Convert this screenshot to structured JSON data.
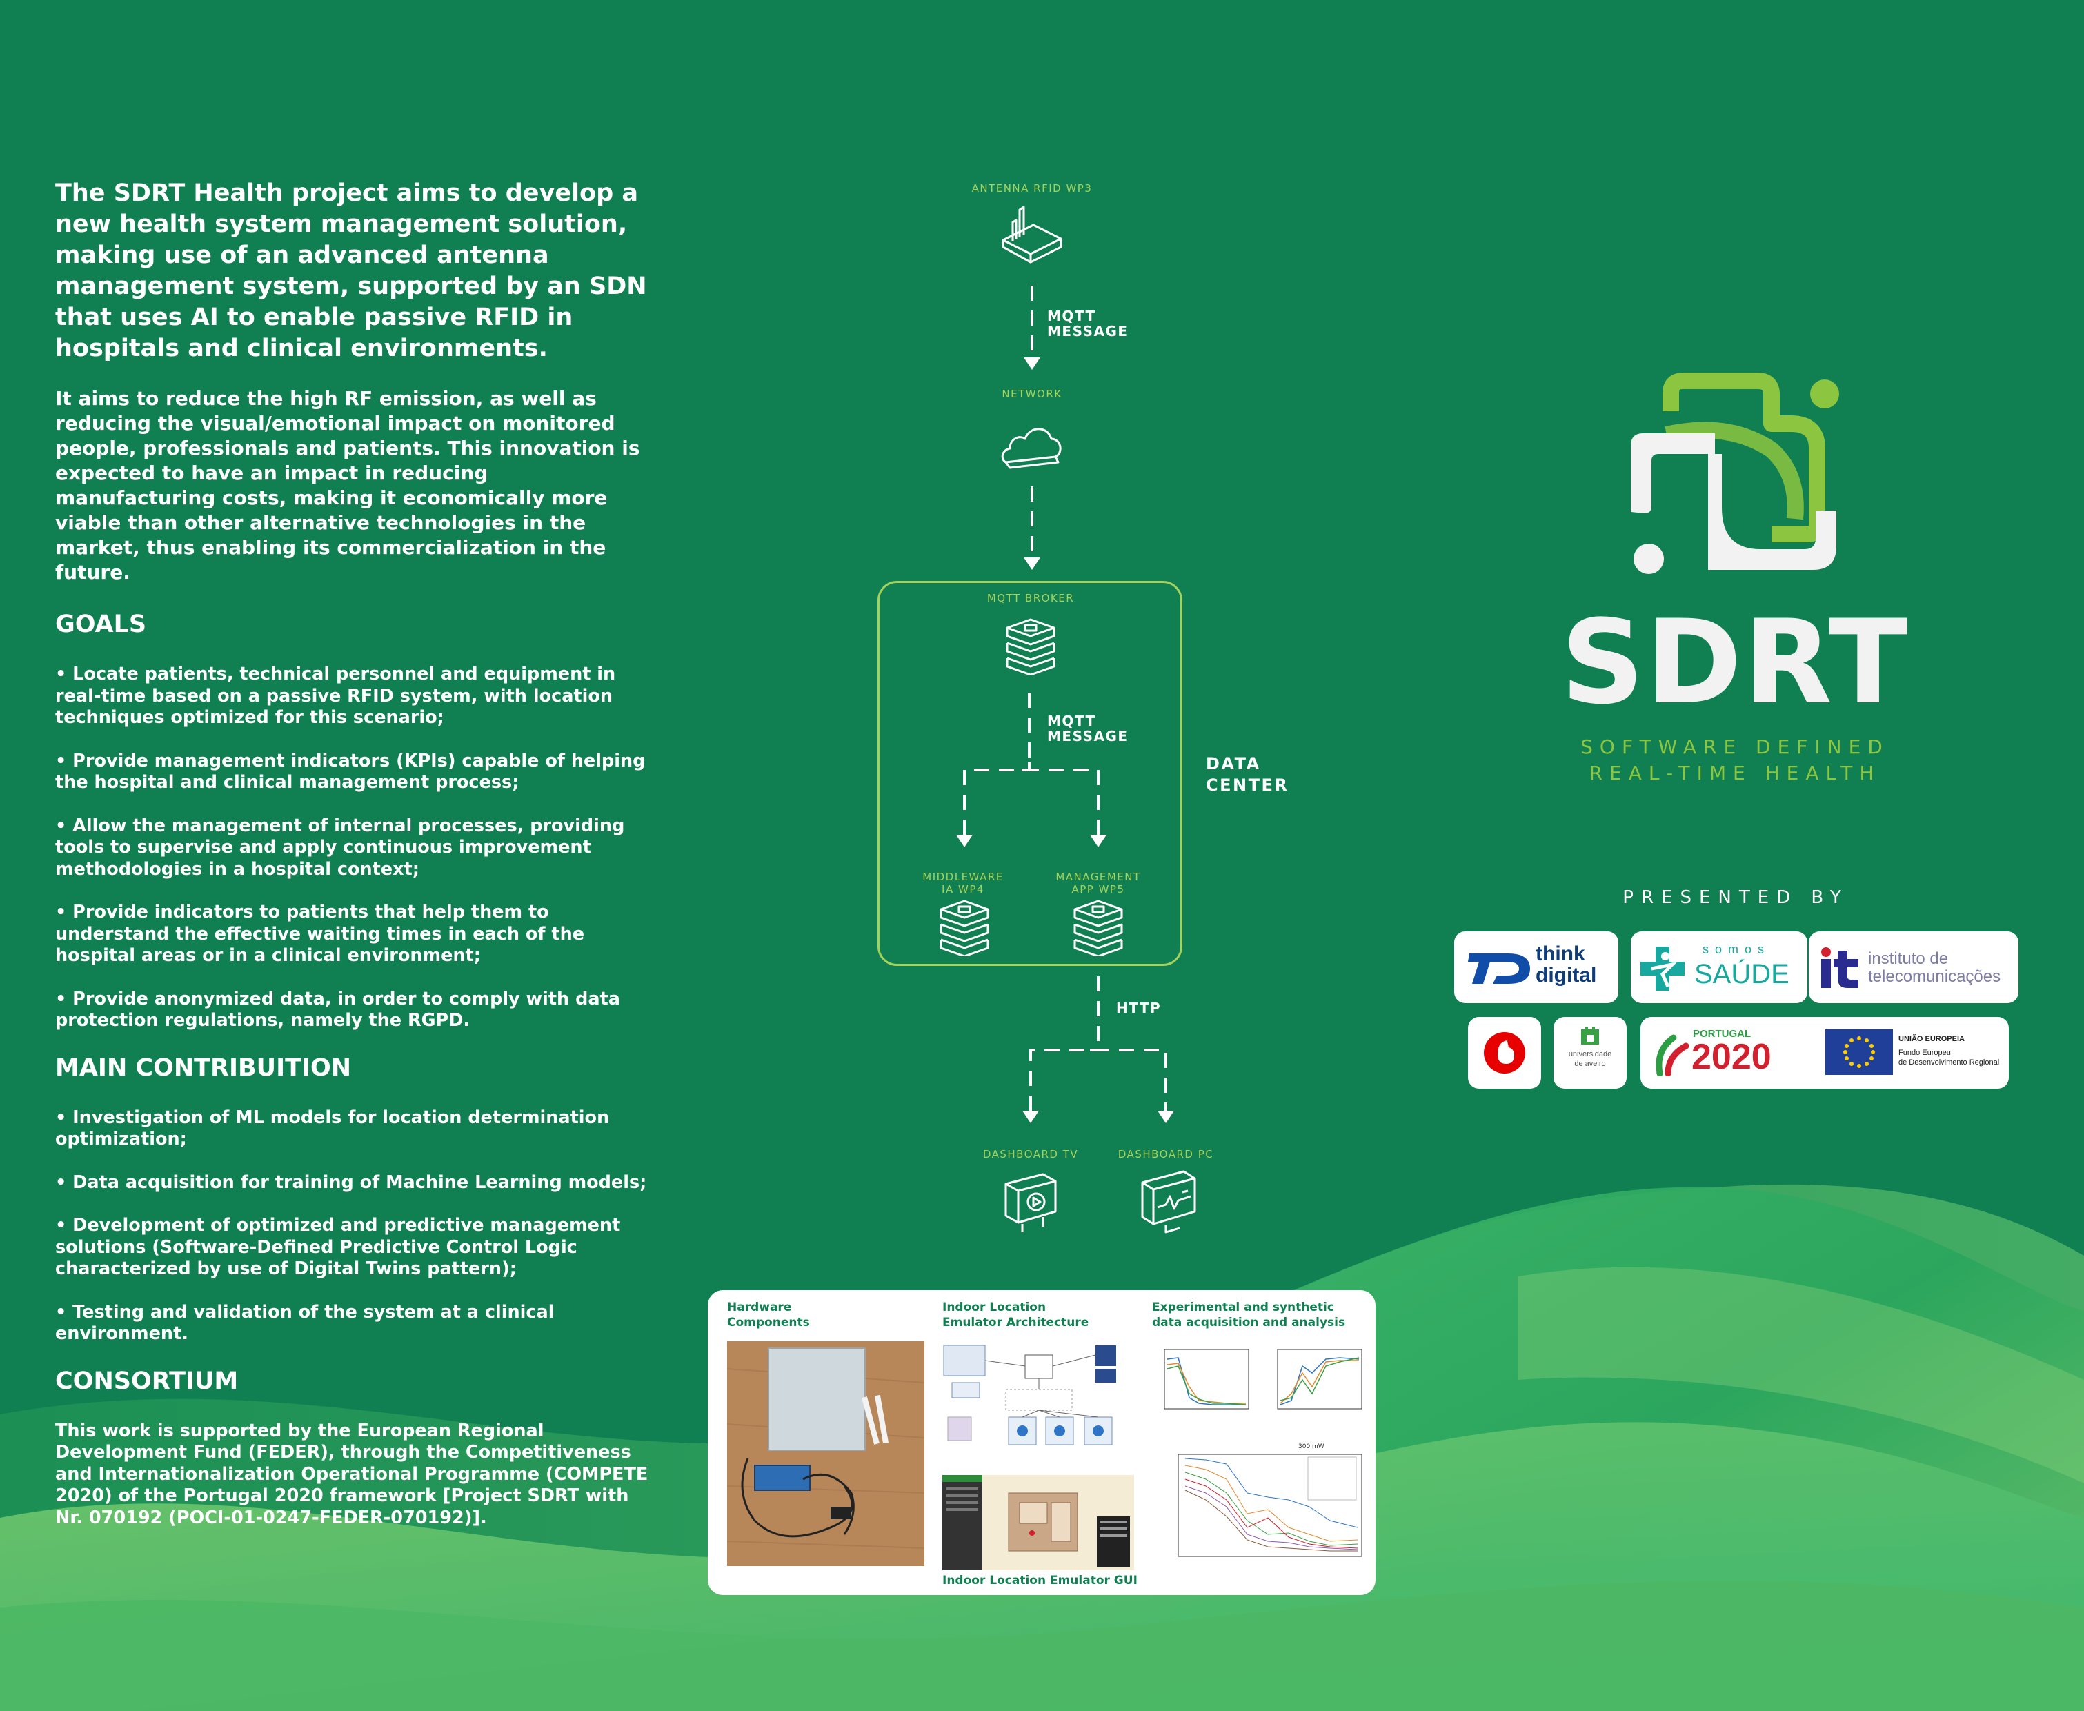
{
  "intro": "The SDRT Health project aims to develop a new health system management solution, making use of an advanced antenna management system, supported by an SDN that uses AI to enable passive RFID in hospitals and clinical environments.",
  "paragraph": "It aims to reduce the high RF emission, as well as reducing the visual/emotional impact on monitored people, professionals and patients. This innovation is expected to have an impact in reducing manufacturing costs, making it economically more viable than other alternative technologies in the market, thus enabling its commercialization in the future.",
  "goals": {
    "heading": "GOALS",
    "items": [
      "• Locate patients, technical personnel and equipment in real-time based on a passive RFID system, with location techniques optimized for this scenario;",
      "• Provide management indicators (KPIs) capable of helping the hospital and clinical management process;",
      "• Allow the management of internal processes, providing tools to supervise and apply continuous improvement methodologies in a hospital context;",
      "• Provide indicators to patients that help them to understand the effective waiting times in each of the hospital areas or in a clinical environment;",
      "• Provide anonymized data, in order to comply with data protection regulations, namely the RGPD."
    ]
  },
  "main_contribution": {
    "heading": "MAIN CONTRIBUITION",
    "items": [
      "• Investigation of ML models for location determination optimization;",
      "• Data acquisition for training of Machine Learning models;",
      "• Development of optimized and predictive management solutions (Software-Defined Predictive Control Logic characterized by use of Digital Twins pattern);",
      "• Testing and validation of the system at a clinical environment."
    ]
  },
  "consortium": {
    "heading": "CONSORTIUM",
    "text": "This work is supported by the European Regional Development Fund (FEDER), through the Competitiveness and Internationalization Operational Programme (COMPETE 2020) of the Portugal 2020 framework [Project SDRT with Nr. 070192 (POCI-01-0247-FEDER-070192)]."
  },
  "diagram": {
    "antenna": "ANTENNA RFID WP3",
    "mqtt_message_1a": "MQTT",
    "mqtt_message_1b": "MESSAGE",
    "network": "NETWORK",
    "broker": "MQTT BROKER",
    "mqtt_message_2a": "MQTT",
    "mqtt_message_2b": "MESSAGE",
    "middleware_a": "MIDDLEWARE",
    "middleware_b": "IA WP4",
    "management_a": "MANAGEMENT",
    "management_b": "APP WP5",
    "data_center_a": "DATA",
    "data_center_b": "CENTER",
    "http": "HTTP",
    "dashboard_tv": "DASHBOARD TV",
    "dashboard_pc": "DASHBOARD PC"
  },
  "brand": {
    "title": "SDRT",
    "subtitle_1": "SOFTWARE DEFINED",
    "subtitle_2": "REAL-TIME HEALTH",
    "presented_by": "PRESENTED BY",
    "colors": {
      "primary_green": "#108052",
      "lime": "#8cc540",
      "light": "#f2f2f2"
    }
  },
  "logos": {
    "think_1": "think",
    "think_2": "digital",
    "somos_1": "somos",
    "somos_2": "SAÚDE",
    "it_1": "instituto de",
    "it_2": "telecomunicações",
    "ua_1": "universidade",
    "ua_2": "de aveiro",
    "portugal": "PORTUGAL",
    "p2020": "2020",
    "eu_1": "UNIÃO EUROPEIA",
    "eu_2": "Fundo Europeu",
    "eu_3": "de Desenvolvimento Regional"
  },
  "panel": {
    "hardware_1": "Hardware",
    "hardware_2": "Components",
    "emulator_1": "Indoor Location",
    "emulator_2": "Emulator Architecture",
    "experimental_1": "Experimental and synthetic",
    "experimental_2": "data acquisition and analysis",
    "gui": "Indoor Location Emulator GUI",
    "chart_title": "300 mW"
  }
}
